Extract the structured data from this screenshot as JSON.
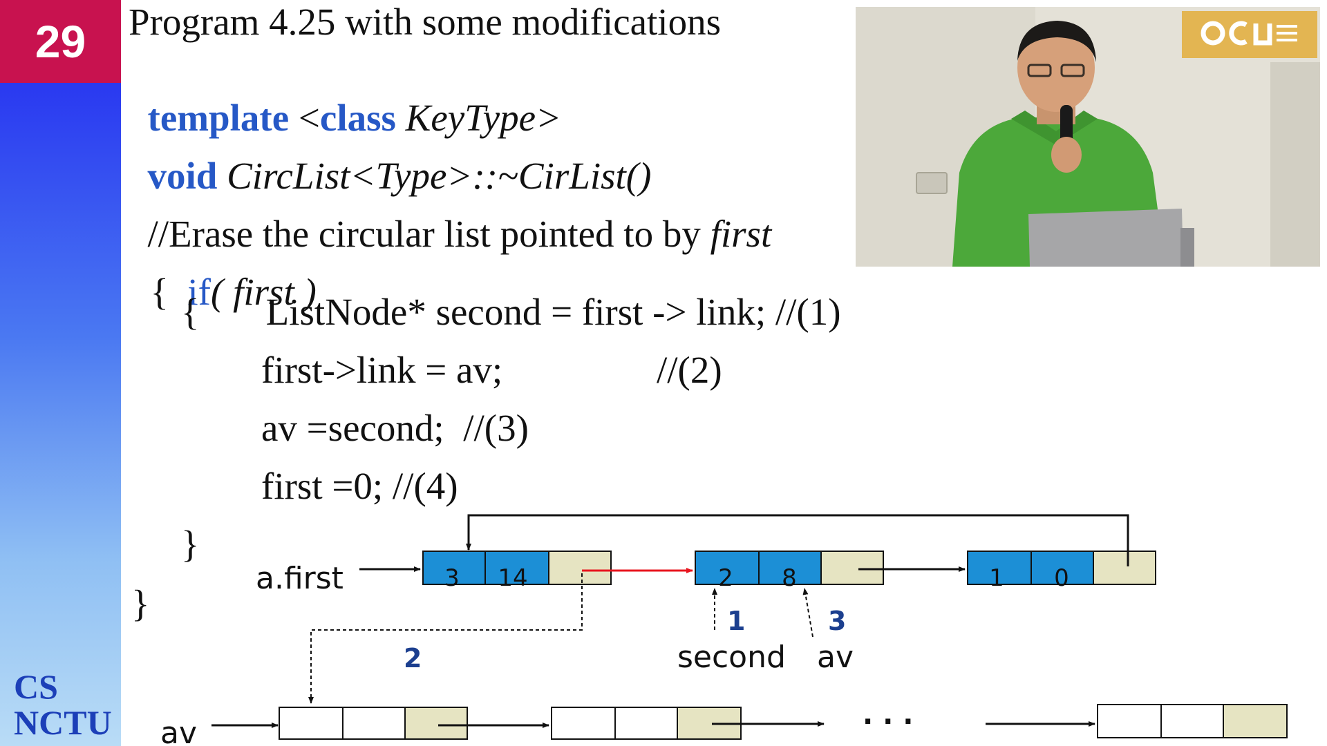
{
  "slide": {
    "number": "29",
    "org_label": "CS\nNCTU"
  },
  "code": {
    "title": "Program 4.25 with some modifications",
    "line2_kw1": "template",
    "line2_mid": " <",
    "line2_kw2": "class",
    "line2_rest": " KeyType>",
    "line3_kw": "void",
    "line3_rest": " CircList<Type>::~CirList()",
    "line4_plain": "//Erase the circular list pointed to by ",
    "line4_italic": "first",
    "line5_brace": "{  ",
    "line5_kw": "if",
    "line5_rest": "( first )",
    "line6": "{       ListNode* second = first -> link; //(1)",
    "line7_a": "first->link = av;",
    "line7_b": "//(2)",
    "line8": "av =second;  //(3)",
    "line9": "first =0; //(4)",
    "close_inner": "}",
    "close_outer": "}"
  },
  "diagram": {
    "list_label": "a.first",
    "nodes": [
      {
        "data": "3",
        "link": "14"
      },
      {
        "data": "2",
        "link": "8"
      },
      {
        "data": "1",
        "link": "0"
      }
    ],
    "step1": "1",
    "step2": "2",
    "step3": "3",
    "second_label": "second",
    "av_label_top": "av",
    "av_label_bottom": "av",
    "ellipsis": "· · ·",
    "colors": {
      "node_blue": "#1c8fd6",
      "link_cell": "#e6e4c2",
      "red_arrow": "#e8141e"
    }
  },
  "video": {
    "description_icon": "lecturer-video-icon",
    "logo_icon": "ocw-logo-icon"
  }
}
